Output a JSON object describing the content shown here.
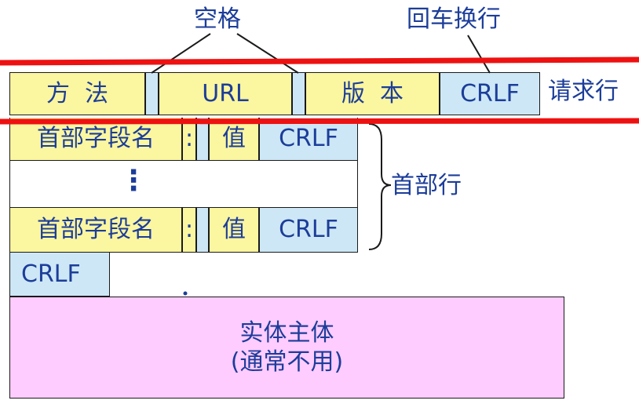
{
  "top_labels": {
    "space": "空格",
    "crlf_name": "回车换行"
  },
  "request_line": {
    "method": "方  法",
    "url": "URL",
    "version": "版  本",
    "crlf": "CRLF",
    "label": "请求行"
  },
  "header_lines": {
    "rows": [
      {
        "field_name": "首部字段名",
        "colon": ":",
        "value": "值",
        "crlf": "CRLF"
      },
      {
        "field_name": "首部字段名",
        "colon": ":",
        "value": "值",
        "crlf": "CRLF"
      }
    ],
    "ellipsis": "⋮",
    "label": "首部行"
  },
  "blank_line": {
    "crlf": "CRLF"
  },
  "entity_body": {
    "title": "实体主体",
    "note": "(通常不用)"
  },
  "colors": {
    "field": "#fbf6a0",
    "separator": "#cde7f6",
    "body": "#ffccff",
    "highlight": "#ee1111",
    "text": "#1c3d99"
  }
}
